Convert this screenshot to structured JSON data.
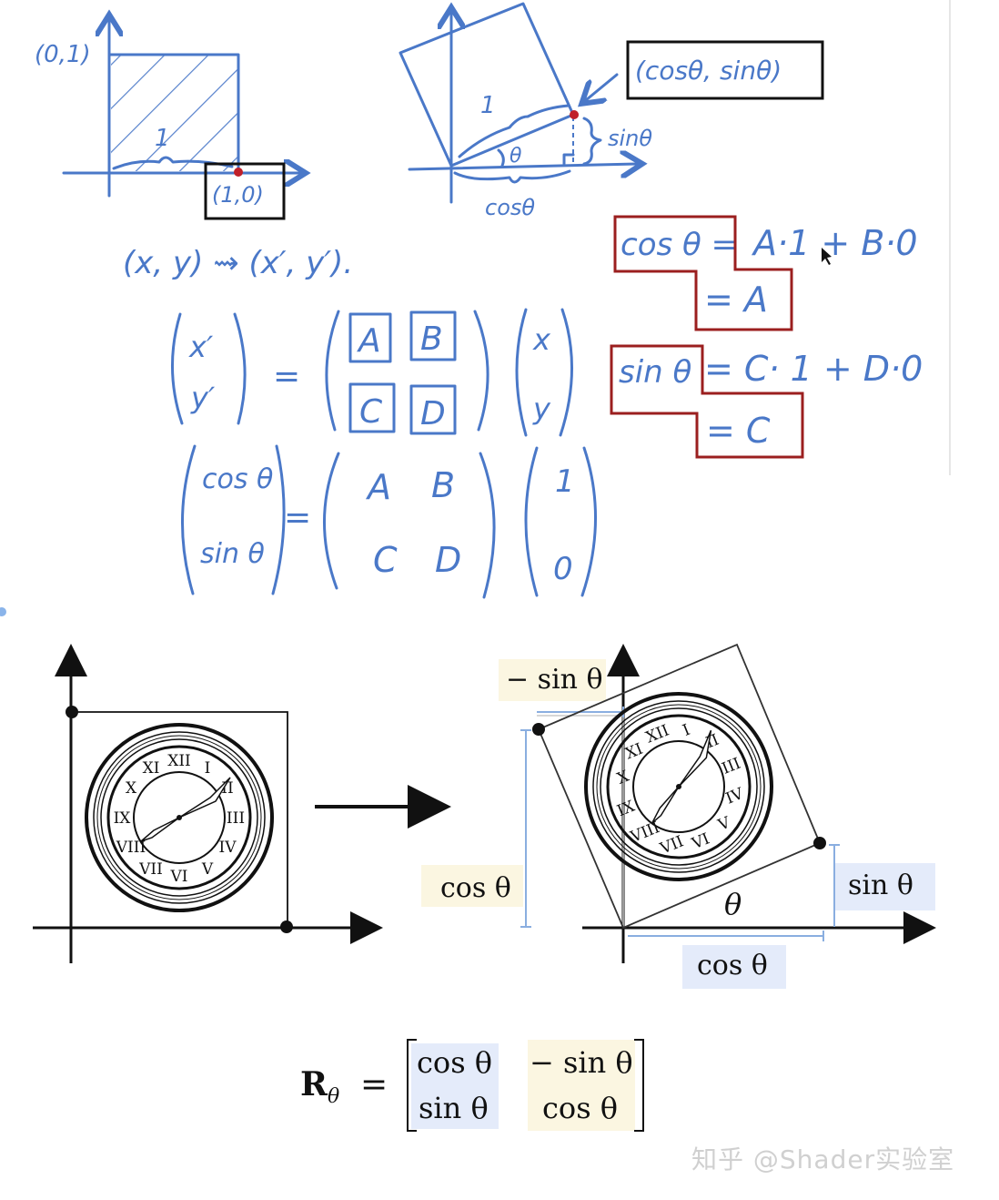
{
  "sketch": {
    "unit_square": {
      "corner_top": "(0,1)",
      "corner_right": "(1,0)",
      "side_label": "1"
    },
    "rotated_square": {
      "point_label": "(cosθ, sinθ)",
      "side_label": "1",
      "angle_label": "θ",
      "horizontal_label": "cosθ",
      "vertical_label": "sinθ"
    },
    "mapping": "(x, y) ⇝ (x′, y′).",
    "matrix_eq1": {
      "lhs_top": "x′",
      "lhs_bottom": "y′",
      "eq": "=",
      "m11": "A",
      "m12": "B",
      "m21": "C",
      "m22": "D",
      "rhs_top": "x",
      "rhs_bottom": "y"
    },
    "matrix_eq2": {
      "lhs_top": "cos θ",
      "lhs_bottom": "sin θ",
      "eq": "=",
      "m11": "A",
      "m12": "B",
      "m21": "C",
      "m22": "D",
      "rhs_top": "1",
      "rhs_bottom": "0"
    },
    "derivation": {
      "line1_left": "cos θ =",
      "line1_right": "A·1 + B·0",
      "line2": "= A",
      "line3_left": "sin θ",
      "line3_right": "= C· 1 + D·0",
      "line4": "= C"
    }
  },
  "figure": {
    "labels": {
      "neg_sin": "− sin θ",
      "cos_left": "cos θ",
      "sin_right": "sin θ",
      "cos_bottom": "cos θ",
      "theta": "θ"
    },
    "formula": {
      "R": "R",
      "sub": "θ",
      "eq": "=",
      "a11": "cos θ",
      "a12": "− sin θ",
      "a21": "sin θ",
      "a22": "cos θ"
    },
    "colors": {
      "blue_highlight": "#e4ebfa",
      "yellow_highlight": "#fbf6e1",
      "guide_blue": "#8aaee0"
    }
  },
  "watermark": "知乎 @Shader实验室"
}
